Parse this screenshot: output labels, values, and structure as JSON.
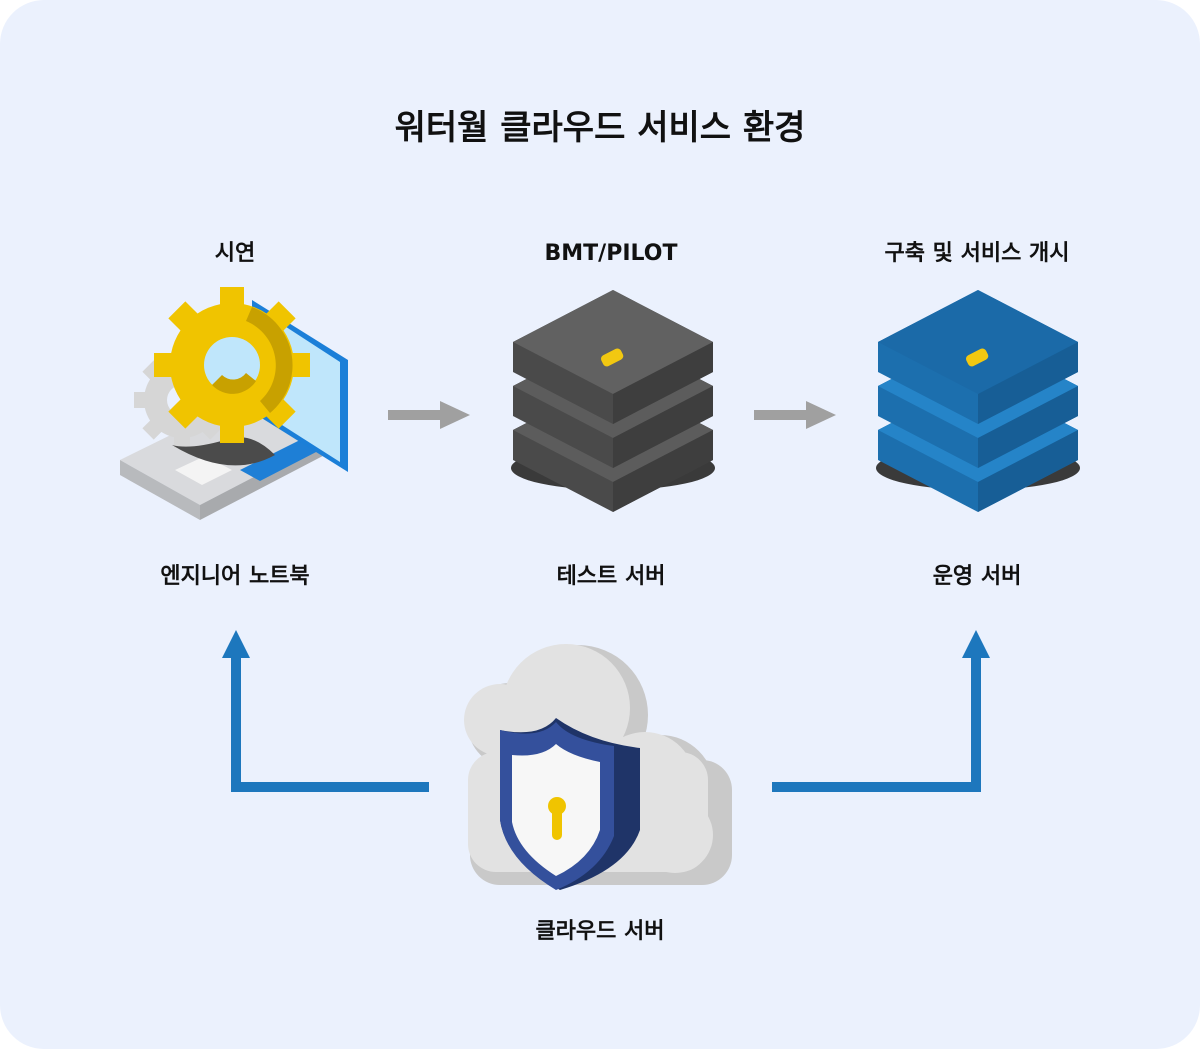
{
  "title": "워터월 클라우드 서비스 환경",
  "stages": [
    {
      "label": "시연",
      "caption": "엔지니어 노트북",
      "icon": "laptop-gear-icon"
    },
    {
      "label": "BMT/PILOT",
      "caption": "테스트 서버",
      "icon": "server-stack-icon"
    },
    {
      "label": "구축 및 서비스 개시",
      "caption": "운영 서버",
      "icon": "server-stack-icon"
    }
  ],
  "cloud": {
    "caption": "클라우드 서버",
    "icon": "cloud-shield-icon"
  },
  "colors": {
    "background": "#ebf1fd",
    "test_server": "#4f4f4f",
    "prod_server": "#1a73b8",
    "gear": "#f0c400",
    "arrow_gray": "#a0a0a0",
    "arrow_blue": "#1d77bd",
    "shield": "#2e4d9a"
  }
}
